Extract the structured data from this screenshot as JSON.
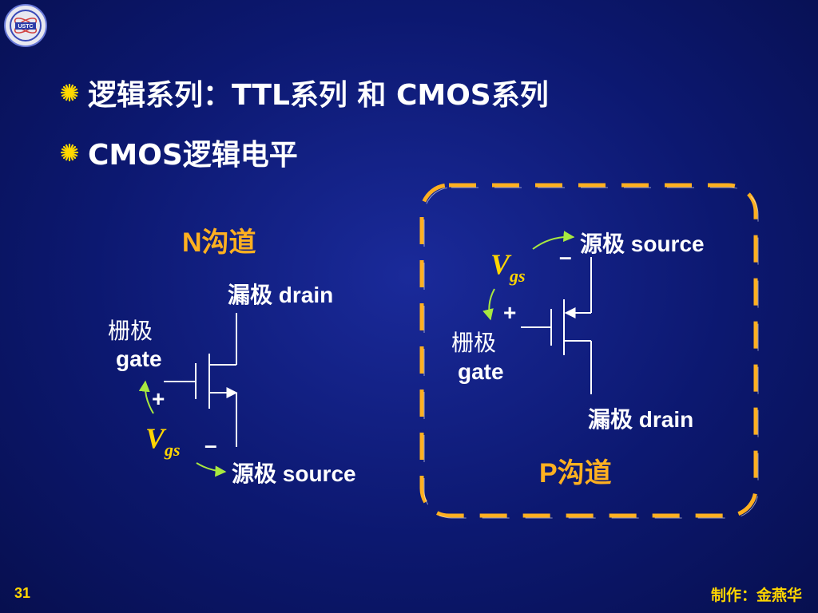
{
  "bullets": [
    {
      "text": "逻辑系列：TTL系列 和 CMOS系列"
    },
    {
      "text": "CMOS逻辑电平"
    }
  ],
  "n_channel": {
    "title": "N沟道",
    "drain_label": "漏极 drain",
    "gate_label_cn": "栅极",
    "gate_label_en": "gate",
    "source_label": "源极 source",
    "vgs_main": "V",
    "vgs_sub": "gs",
    "plus": "+",
    "minus": "–"
  },
  "p_channel": {
    "title": "P沟道",
    "source_label": "源极 source",
    "gate_label_cn": "栅极",
    "gate_label_en": "gate",
    "drain_label": "漏极 drain",
    "vgs_main": "V",
    "vgs_sub": "gs",
    "plus": "+",
    "minus": "–"
  },
  "footer": {
    "page_number": "31",
    "author": "制作：金燕华"
  },
  "colors": {
    "accent_orange": "#ffb020",
    "accent_yellow": "#ffd500",
    "arrow_green": "#a8e840",
    "bullet_yellow": "#ffd800"
  },
  "icons": {
    "logo": "ustc-logo-icon",
    "bullet": "sunburst-bullet-icon"
  }
}
